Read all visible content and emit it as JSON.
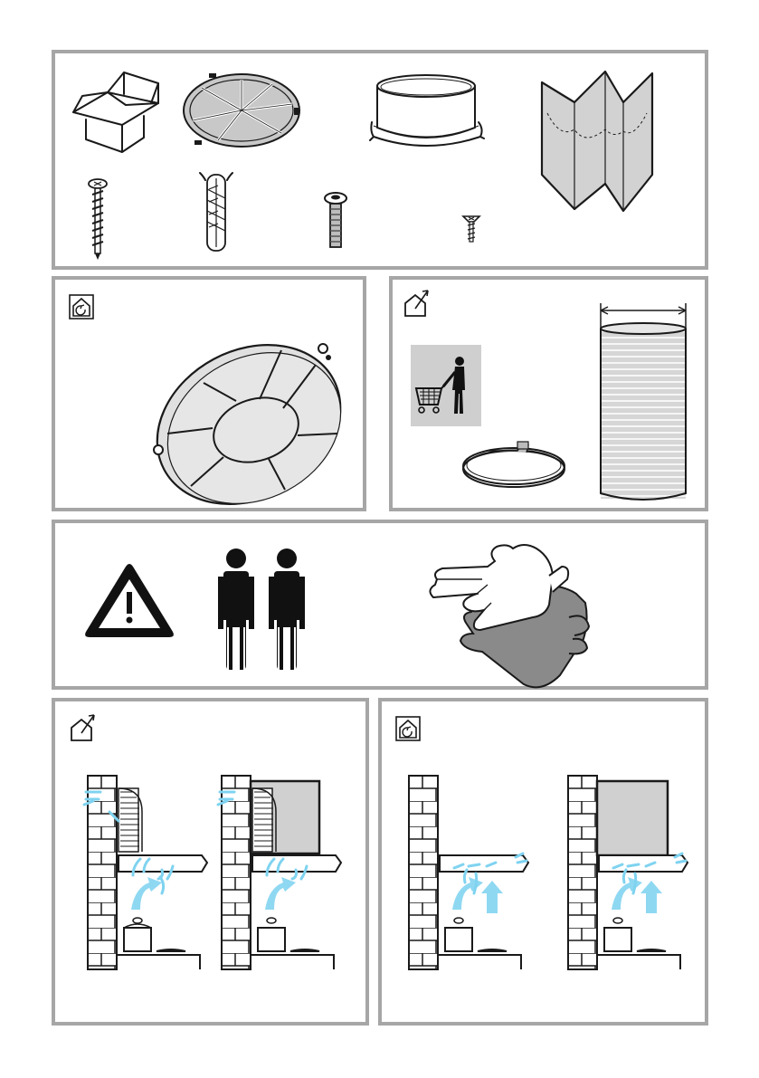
{
  "page": {
    "background": "#ffffff",
    "panel_border": "#a6a6a6"
  },
  "colors": {
    "airflow": "#8fd8f2",
    "grey_fill": "#d0d0d0",
    "ink": "#1a1a1a"
  },
  "sections": [
    {
      "name": "package-contents",
      "icons": [
        "box-icon",
        "grease-filter-icon",
        "adapter-ring-icon",
        "filter-sheet-icon",
        "screw-icon",
        "wall-plug-icon",
        "bolt-icon",
        "small-screw-icon"
      ]
    },
    {
      "name": "recirculation-accessories",
      "icons": [
        "recirculation-mode-icon",
        "charcoal-filter-icon"
      ]
    },
    {
      "name": "extraction-accessories",
      "icons": [
        "extraction-mode-icon",
        "buy-separately-icon",
        "hose-clamp-icon",
        "flexible-duct-icon"
      ]
    },
    {
      "name": "safety-requirements",
      "icons": [
        "warning-icon",
        "two-persons-icon",
        "gloves-icon"
      ]
    },
    {
      "name": "extraction-installations",
      "icons": [
        "extraction-mode-icon",
        "duct-wall-installation",
        "duct-cabinet-installation"
      ]
    },
    {
      "name": "recirculation-installations",
      "icons": [
        "recirculation-mode-icon",
        "recirc-wall-installation",
        "recirc-cabinet-installation"
      ]
    }
  ],
  "warning_symbol": "!"
}
